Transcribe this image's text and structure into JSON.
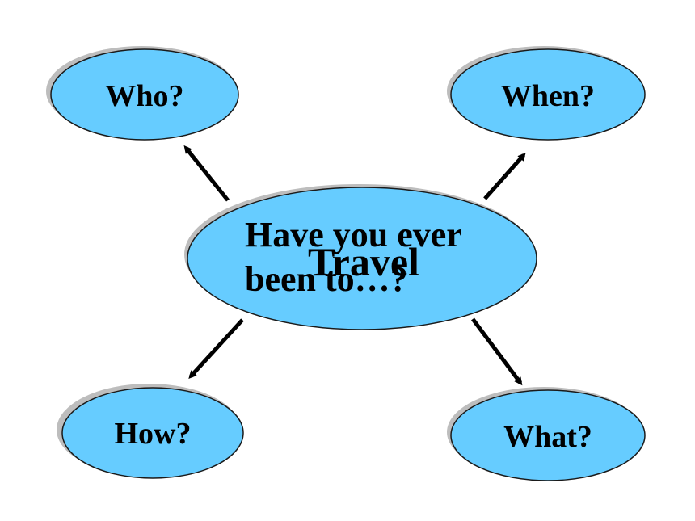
{
  "colors": {
    "node_fill": "#66CCFF",
    "node_stroke": "#1A1A1A",
    "shadow": "#BDBDBD",
    "arrow": "#000000"
  },
  "center": {
    "label_main": "Travel",
    "label_overlay_line1": "Have you ever",
    "label_overlay_line2": "been to…?"
  },
  "nodes": {
    "who": "Who?",
    "when": "When?",
    "how": "How?",
    "what": "What?"
  }
}
